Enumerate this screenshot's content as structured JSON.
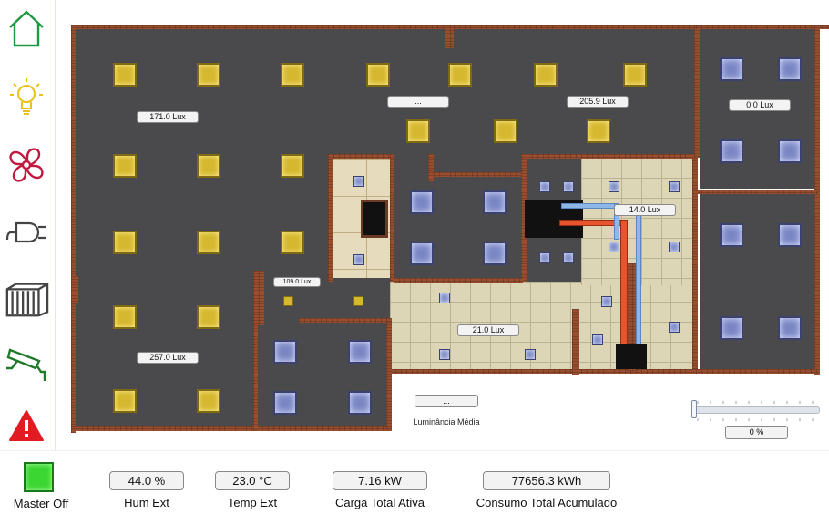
{
  "sidebar": {
    "items": [
      {
        "name": "home",
        "icon": "home-icon",
        "color": "#1f9a43"
      },
      {
        "name": "lighting",
        "icon": "lightbulb-icon",
        "color": "#e6c21a"
      },
      {
        "name": "hvac",
        "icon": "fan-icon",
        "color": "#c0183f"
      },
      {
        "name": "power",
        "icon": "plug-icon",
        "color": "#444444"
      },
      {
        "name": "blinds",
        "icon": "blinds-icon",
        "color": "#444444"
      },
      {
        "name": "security",
        "icon": "camera-icon",
        "color": "#1f7a2a"
      },
      {
        "name": "alarms",
        "icon": "warning-icon",
        "color": "#e11b22"
      }
    ]
  },
  "floorplan": {
    "lux": {
      "left_top": "171.0 Lux",
      "center_top": "...",
      "right_center": "205.9 Lux",
      "far_right_top": "0.0 Lux",
      "hvac_room": "14.0 Lux",
      "small_room": "109.0 Lux",
      "tiled_room": "21.0 Lux",
      "left_bottom": "257.0 Lux"
    }
  },
  "luminance": {
    "button_label": "...",
    "label": "Luminância Média"
  },
  "slider": {
    "value": 0,
    "value_label": "0 %"
  },
  "bottom": {
    "master": {
      "label": "Master Off",
      "led_color": "#3bd631"
    },
    "readouts": [
      {
        "value": "44.0 %",
        "label": "Hum Ext"
      },
      {
        "value": "23.0 °C",
        "label": "Temp Ext"
      },
      {
        "value": "7.16 kW",
        "label": "Carga Total Ativa"
      },
      {
        "value": "77656.3 kWh",
        "label": "Consumo Total Acumulado"
      }
    ]
  }
}
